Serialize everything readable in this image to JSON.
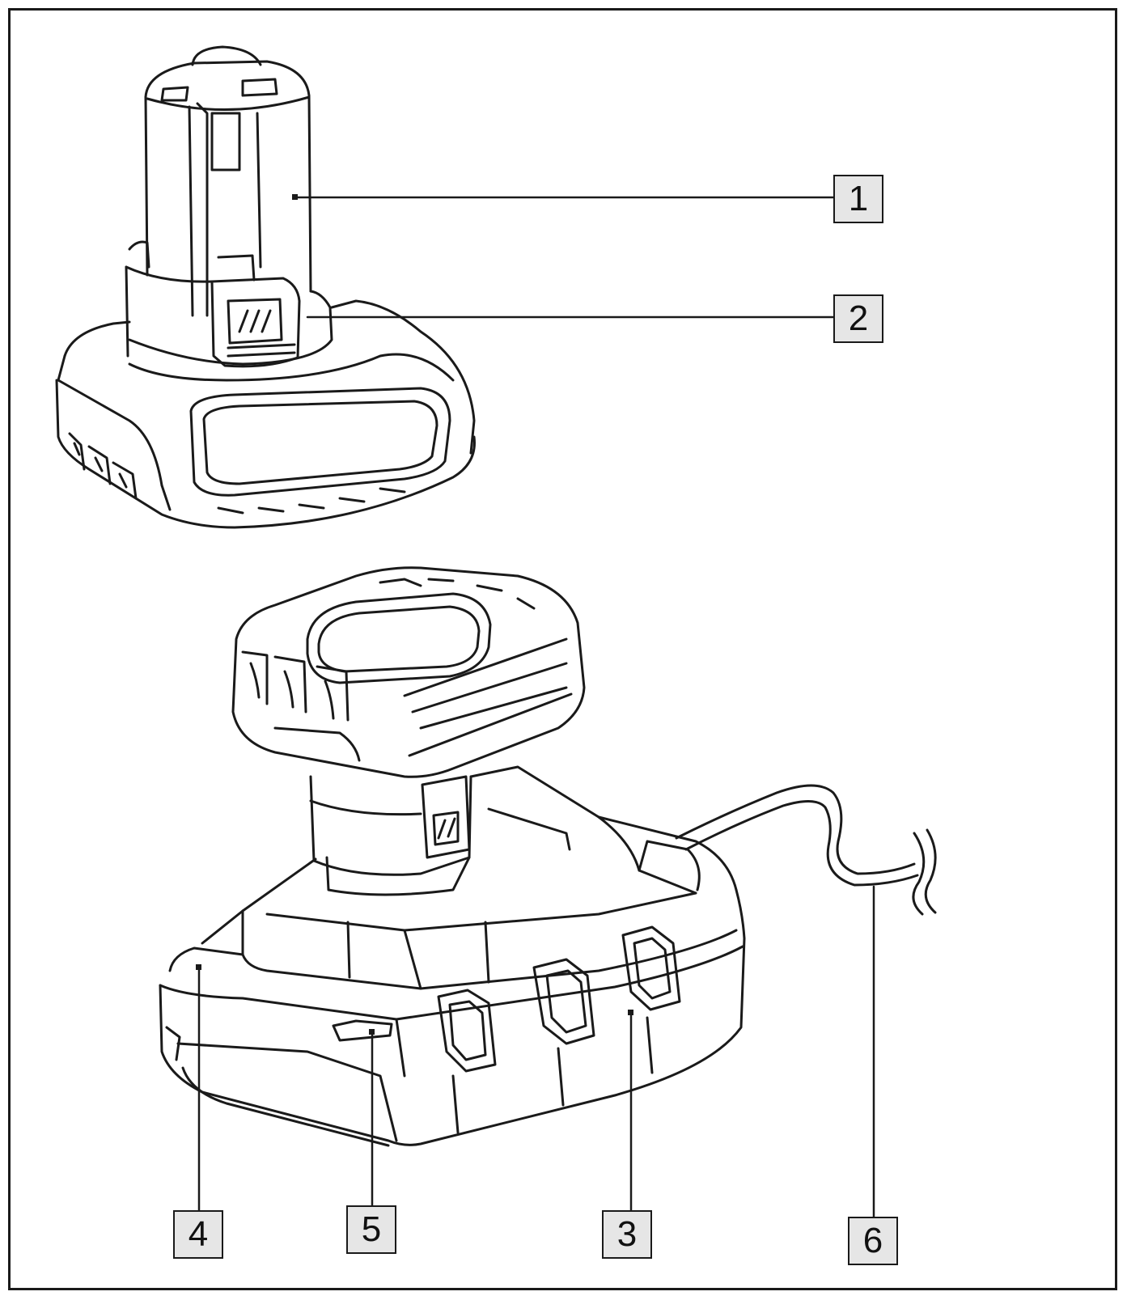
{
  "diagram": {
    "colors": {
      "stroke": "#1a1a1a",
      "label_fill": "#e6e6e6",
      "background": "#ffffff"
    },
    "callouts": [
      {
        "id": "callout-1",
        "label": "1"
      },
      {
        "id": "callout-2",
        "label": "2"
      },
      {
        "id": "callout-3",
        "label": "3"
      },
      {
        "id": "callout-4",
        "label": "4"
      },
      {
        "id": "callout-5",
        "label": "5"
      },
      {
        "id": "callout-6",
        "label": "6"
      }
    ]
  }
}
